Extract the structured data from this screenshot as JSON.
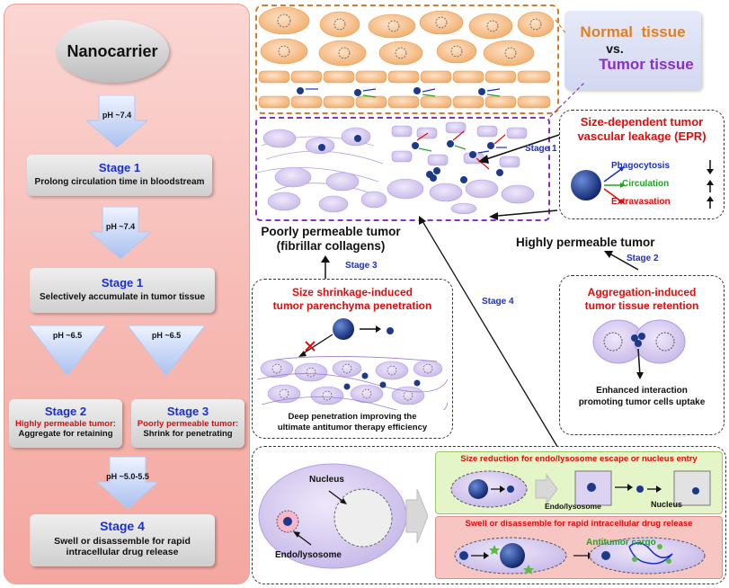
{
  "left": {
    "nanocarrier": "Nanocarrier",
    "ph1": "pH ~7.4",
    "s1a_title": "Stage 1",
    "s1a_text": "Prolong circulation time in bloodstream",
    "ph2": "pH ~7.4",
    "s1b_title": "Stage 1",
    "s1b_text": "Selectively accumulate in tumor tissue",
    "ph3": "pH ~6.5",
    "ph4": "pH ~6.5",
    "s2_title": "Stage 2",
    "s2_red": "Highly permeable tumor:",
    "s2_text": "Aggregate for retaining",
    "s3_title": "Stage 3",
    "s3_red": "Poorly permeable tumor:",
    "s3_text": "Shrink for penetrating",
    "ph5": "pH ~5.0-5.5",
    "s4_title": "Stage 4",
    "s4_text1": "Swell or disassemble for rapid",
    "s4_text2": "intracellular drug release"
  },
  "right": {
    "normal": "Normal  tissue",
    "vs": "vs.",
    "tumor": "Tumor tissue",
    "epr_title1": "Size-dependent tumor",
    "epr_title2": "vascular leakage (EPR)",
    "phago": "Phagocytosis",
    "circ": "Circulation",
    "extra": "Extravasation",
    "stage1": "Stage 1",
    "poorly1": "Poorly permeable tumor",
    "poorly2": "(fibrillar collagens)",
    "stage3": "Stage 3",
    "highly": "Highly permeable tumor",
    "stage2": "Stage 2",
    "stage4": "Stage 4",
    "shrink1": "Size shrinkage-induced",
    "shrink2": "tumor parenchyma penetration",
    "deep1": "Deep penetration improving the",
    "deep2": "ultimate antitumor therapy efficiency",
    "agg1": "Aggregation-induced",
    "agg2": "tumor tissue retention",
    "enh1": "Enhanced interaction",
    "enh2": "promoting tumor cells uptake",
    "nucleus": "Nucleus",
    "endo": "Endo/lysosome",
    "sizered": "Size reduction for endo/lysosome escape or nucleus entry",
    "endo2": "Endo/lysosome",
    "nucleus2": "Nucleus",
    "swell": "Swell or disassemble for rapid intracellular drug release",
    "cargo": "Antitumor cargo"
  }
}
